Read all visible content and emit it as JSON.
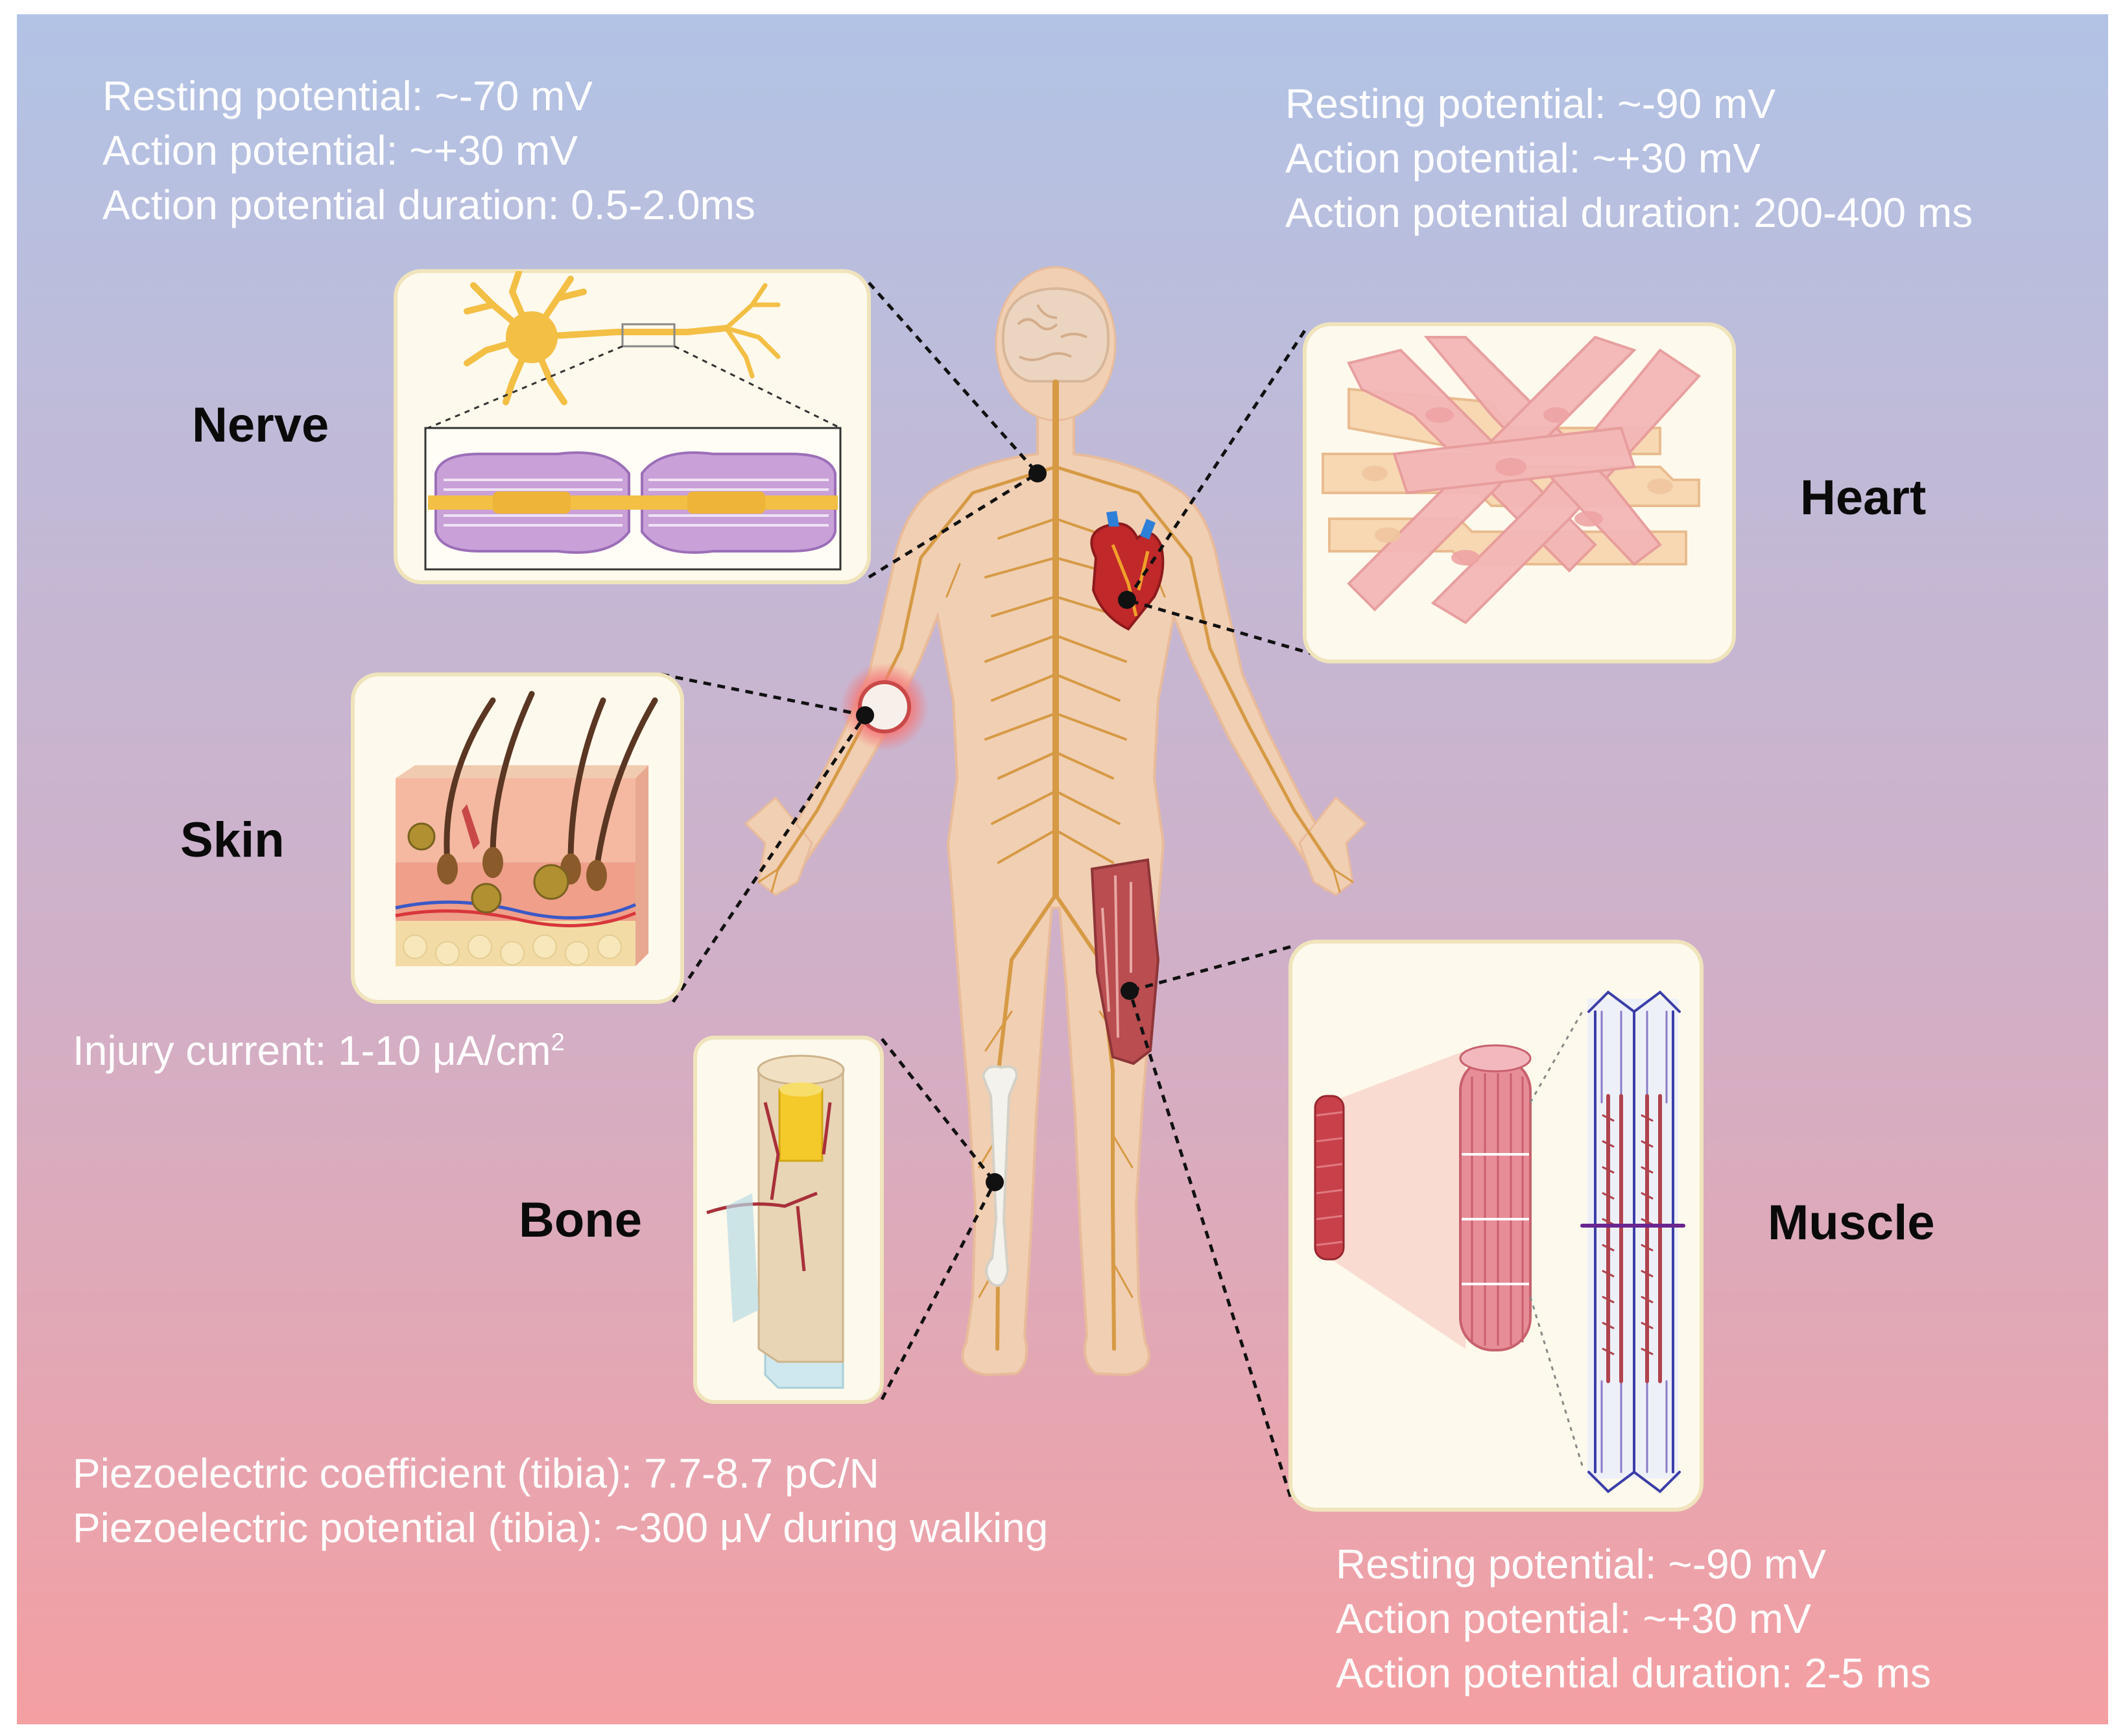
{
  "colors": {
    "background_top": "#b2c3e5",
    "background_bottom": "#f49fa2",
    "panel_fill": "#fdf9ec",
    "panel_border": "#f0e4bc",
    "nerve_color": "#d69a45",
    "body_skin": "#f1cfb3",
    "text_white": "#ffffff",
    "label_black": "#0a0a0a"
  },
  "labels": {
    "nerve": "Nerve",
    "heart": "Heart",
    "skin": "Skin",
    "bone": "Bone",
    "muscle": "Muscle"
  },
  "nerve_info": {
    "resting": "Resting potential: ~-70 mV",
    "action": "Action potential: ~+30 mV",
    "duration": "Action potential duration: 0.5-2.0ms"
  },
  "heart_info": {
    "resting": "Resting potential: ~-90 mV",
    "action": "Action potential: ~+30 mV",
    "duration": "Action potential duration: 200-400 ms"
  },
  "skin_info": {
    "injury_current_text": "Injury current: 1-10 μA/cm",
    "injury_current_exp": "2"
  },
  "bone_info": {
    "coefficient": "Piezoelectric coefficient (tibia): 7.7-8.7 pC/N",
    "potential": "Piezoelectric potential (tibia): ~300 μV during walking"
  },
  "muscle_info": {
    "resting": "Resting potential: ~-90 mV",
    "action": "Action potential: ~+30 mV",
    "duration": "Action potential duration: 2-5 ms"
  }
}
